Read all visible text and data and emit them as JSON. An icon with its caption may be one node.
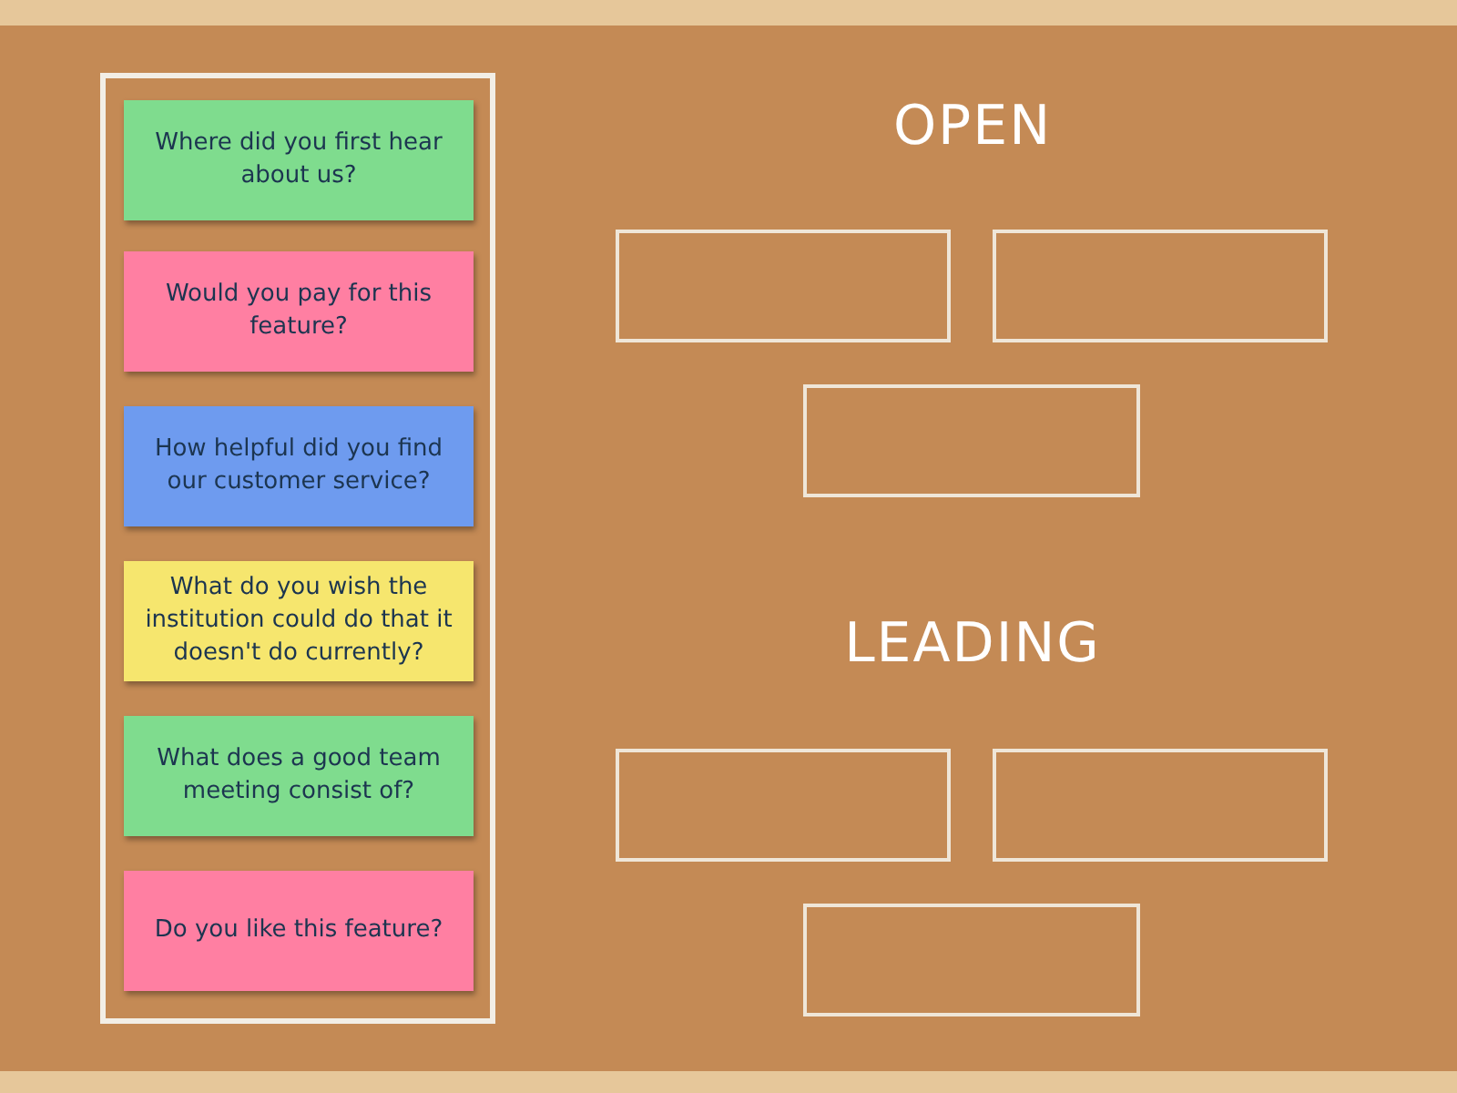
{
  "diagram": {
    "nodes": [
      {
        "text": [],
        "shape": "box"
      },
      {
        "text": [
          "Where did you first hear about us?"
        ],
        "in": 0
      },
      {
        "text": [
          "Would you pay for this feature?"
        ],
        "in": 0
      },
      {
        "text": [
          "How helpful did you find our customer service?"
        ],
        "in": 0
      },
      {
        "text": [
          "What do you wish the institution could do that it doesn't do currently?"
        ],
        "in": 0
      },
      {
        "text": [
          "What does a good team meeting consist of?"
        ],
        "in": 0
      },
      {
        "text": [
          "Do you like this feature?"
        ],
        "in": 0
      },
      {
        "text": [],
        "shape": "box"
      },
      {
        "text": [],
        "shape": "box"
      },
      {
        "text": [],
        "shape": "box"
      },
      {
        "text": [],
        "shape": "box"
      },
      {
        "text": [],
        "shape": "box"
      },
      {
        "text": [],
        "shape": "box"
      }
    ],
    "labels": [
      "OPEN",
      "LEADING"
    ]
  }
}
